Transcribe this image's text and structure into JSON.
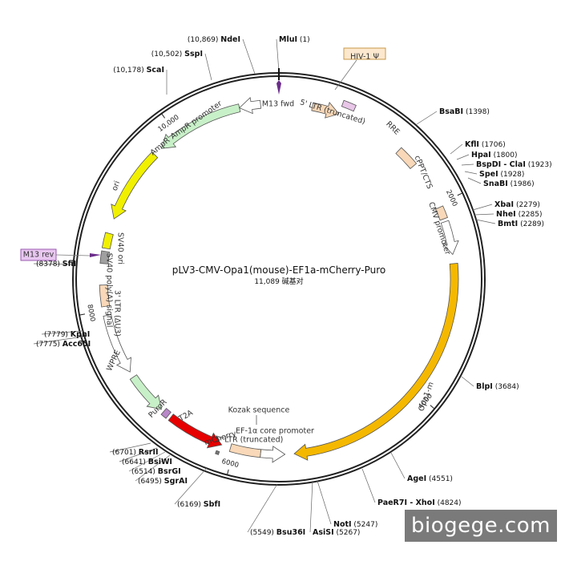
{
  "plasmid": {
    "name": "pLV3-CMV-Opa1(mouse)-EF1a-mCherry-Puro",
    "size_text": "11,089 碱基对",
    "total_bp": 11089
  },
  "ticks": [
    {
      "bp": 2000,
      "label": "2000"
    },
    {
      "bp": 4000,
      "label": "4000"
    },
    {
      "bp": 6000,
      "label": "6000"
    },
    {
      "bp": 8000,
      "label": "8000"
    },
    {
      "bp": 10000,
      "label": "10,000"
    }
  ],
  "sites": [
    {
      "name": "MluI",
      "pos": "(1)"
    },
    {
      "name": "NdeI",
      "pos": "(10,869)"
    },
    {
      "name": "SspI",
      "pos": "(10,502)"
    },
    {
      "name": "ScaI",
      "pos": "(10,178)"
    },
    {
      "name": "BsaBI",
      "pos": "(1398)"
    },
    {
      "name": "KflI",
      "pos": "(1706)"
    },
    {
      "name": "HpaI",
      "pos": "(1800)"
    },
    {
      "name": "BspDI - ClaI",
      "pos": "(1923)"
    },
    {
      "name": "SpeI",
      "pos": "(1928)"
    },
    {
      "name": "SnaBI",
      "pos": "(1986)"
    },
    {
      "name": "XbaI",
      "pos": "(2279)"
    },
    {
      "name": "NheI",
      "pos": "(2285)"
    },
    {
      "name": "BmtI",
      "pos": "(2289)"
    },
    {
      "name": "BlpI",
      "pos": "(3684)"
    },
    {
      "name": "AgeI",
      "pos": "(4551)"
    },
    {
      "name": "PaeR7I - XhoI",
      "pos": "(4824)"
    },
    {
      "name": "NotI",
      "pos": "(5247)"
    },
    {
      "name": "AsiSI",
      "pos": "(5267)"
    },
    {
      "name": "Bsu36I",
      "pos": "(5549)"
    },
    {
      "name": "SbfI",
      "pos": "(6169)"
    },
    {
      "name": "SgrAI",
      "pos": "(6495)"
    },
    {
      "name": "BsrGI",
      "pos": "(6514)"
    },
    {
      "name": "BsiWI",
      "pos": "(6641)"
    },
    {
      "name": "RsrII",
      "pos": "(6701)"
    },
    {
      "name": "Acc65I",
      "pos": "(7775)"
    },
    {
      "name": "KpnI",
      "pos": "(7779)"
    },
    {
      "name": "SfiI",
      "pos": "(8378)"
    }
  ],
  "features": [
    {
      "label": "HIV-1 Ψ",
      "color": "#e8c6e8"
    },
    {
      "label": "5' LTR (truncated)",
      "color": "#f8d8b8"
    },
    {
      "label": "RRE",
      "color": "#f8d8b8"
    },
    {
      "label": "cPPT/CTS",
      "color": "#f8d8b8"
    },
    {
      "label": "CMV promoter",
      "color": "#ffffff"
    },
    {
      "label": "Opa1-m",
      "color": "#f5b800"
    },
    {
      "label": "EF-1α core promoter",
      "color": "#ffffff"
    },
    {
      "label": "5' LTR (truncated)",
      "color": "#f8d8b8"
    },
    {
      "label": "Kozak sequence",
      "color": "#777777"
    },
    {
      "label": "mCherry",
      "color": "#e60000"
    },
    {
      "label": "T2A",
      "color": "#b888c8"
    },
    {
      "label": "PuroR",
      "color": "#c8f0c8"
    },
    {
      "label": "WPRE",
      "color": "#ffffff"
    },
    {
      "label": "3' LTR (ΔU3)",
      "color": "#f8d8b8"
    },
    {
      "label": "SV40 poly(A) signal",
      "color": "#a0a0a0"
    },
    {
      "label": "SV40 ori",
      "color": "#f0f000"
    },
    {
      "label": "ori",
      "color": "#f0f000"
    },
    {
      "label": "AmpR",
      "color": "#c8f0c8"
    },
    {
      "label": "AmpR promoter",
      "color": "#ffffff"
    }
  ],
  "primers": [
    {
      "label": "M13 fwd",
      "color": "#6a2c8a"
    },
    {
      "label": "M13 rev",
      "color": "#6a2c8a"
    }
  ],
  "watermark": "biogege.com"
}
